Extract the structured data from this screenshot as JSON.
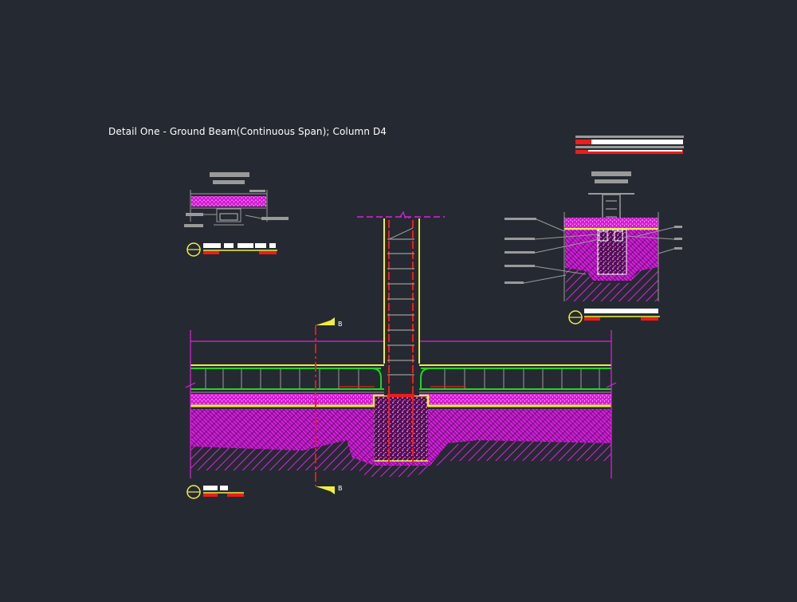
{
  "drawing": {
    "title": "Detail One - Ground Beam(Continuous Span); Column D4",
    "section_marker_top": "B",
    "section_marker_bottom": "B"
  },
  "colors": {
    "background": "#252a32",
    "magenta": "#e020e0",
    "yellow": "#f2ee3a",
    "green": "#22d522",
    "red": "#ee1c1c",
    "white": "#ffffff",
    "gray": "#9a9a9a"
  }
}
